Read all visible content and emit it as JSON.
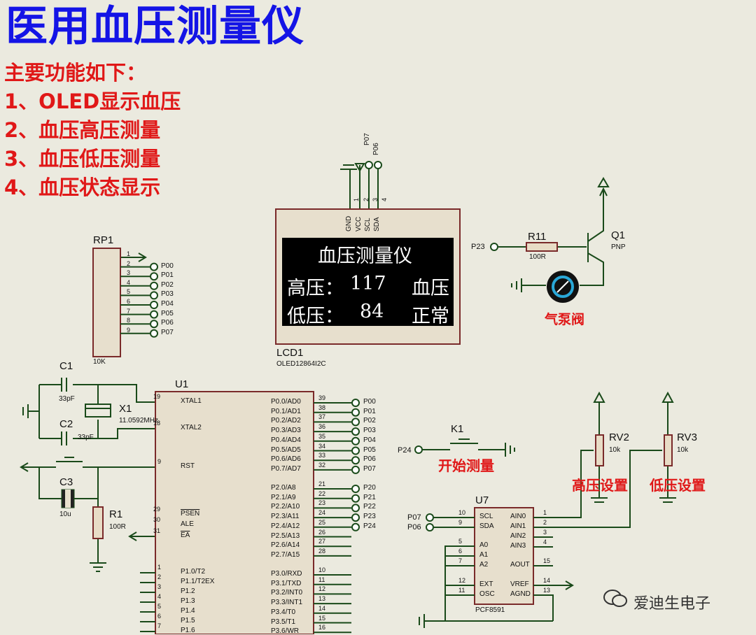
{
  "title": "医用血压测量仪",
  "features": {
    "heading": "主要功能如下：",
    "items": [
      "1、OLED显示血压",
      "2、血压高压测量",
      "3、血压低压测量",
      "4、血压状态显示"
    ]
  },
  "lcd": {
    "ref": "LCD1",
    "part": "OLED12864I2C",
    "pins": [
      "GND",
      "VCC",
      "SCL",
      "SDA"
    ],
    "pin_nums": [
      "1",
      "2",
      "3",
      "4"
    ],
    "net_top": [
      "P07",
      "P06"
    ],
    "screen_title": "血压测量仪",
    "high_label": "高压：",
    "high_value": "117",
    "low_label": "低压：",
    "low_value": "84",
    "status_line1": "血压",
    "status_line2": "正常"
  },
  "rp1": {
    "ref": "RP1",
    "value": "10K",
    "pin_nums": [
      "1",
      "2",
      "3",
      "4",
      "5",
      "6",
      "7",
      "8",
      "9"
    ],
    "nets": [
      "P00",
      "P01",
      "P02",
      "P03",
      "P04",
      "P05",
      "P06",
      "P07"
    ]
  },
  "pump": {
    "net": "P23",
    "r_ref": "R11",
    "r_val": "100R",
    "q_ref": "Q1",
    "q_type": "PNP",
    "label": "气泵阀"
  },
  "crystal": {
    "c1_ref": "C1",
    "c1_val": "33pF",
    "c2_ref": "C2",
    "c2_val": "33pF",
    "x1_ref": "X1",
    "x1_val": "11.0592MHz"
  },
  "reset": {
    "c3_ref": "C3",
    "c3_val": "10u",
    "r1_ref": "R1",
    "r1_val": "100R"
  },
  "mcu": {
    "ref": "U1",
    "left_pins": [
      {
        "num": "19",
        "name": "XTAL1"
      },
      {
        "num": "18",
        "name": "XTAL2"
      },
      {
        "num": "9",
        "name": "RST"
      },
      {
        "num": "29",
        "name": "PSEN"
      },
      {
        "num": "30",
        "name": "ALE"
      },
      {
        "num": "31",
        "name": "EA"
      },
      {
        "num": "1",
        "name": "P1.0/T2"
      },
      {
        "num": "2",
        "name": "P1.1/T2EX"
      },
      {
        "num": "3",
        "name": "P1.2"
      },
      {
        "num": "4",
        "name": "P1.3"
      },
      {
        "num": "5",
        "name": "P1.4"
      },
      {
        "num": "6",
        "name": "P1.5"
      },
      {
        "num": "7",
        "name": "P1.6"
      }
    ],
    "right_p0": [
      {
        "num": "39",
        "name": "P0.0/AD0",
        "net": "P00"
      },
      {
        "num": "38",
        "name": "P0.1/AD1",
        "net": "P01"
      },
      {
        "num": "37",
        "name": "P0.2/AD2",
        "net": "P02"
      },
      {
        "num": "36",
        "name": "P0.3/AD3",
        "net": "P03"
      },
      {
        "num": "35",
        "name": "P0.4/AD4",
        "net": "P04"
      },
      {
        "num": "34",
        "name": "P0.5/AD5",
        "net": "P05"
      },
      {
        "num": "33",
        "name": "P0.6/AD6",
        "net": "P06"
      },
      {
        "num": "32",
        "name": "P0.7/AD7",
        "net": "P07"
      }
    ],
    "right_p2": [
      {
        "num": "21",
        "name": "P2.0/A8",
        "net": "P20"
      },
      {
        "num": "22",
        "name": "P2.1/A9",
        "net": "P21"
      },
      {
        "num": "23",
        "name": "P2.2/A10",
        "net": "P22"
      },
      {
        "num": "24",
        "name": "P2.3/A11",
        "net": "P23"
      },
      {
        "num": "25",
        "name": "P2.4/A12",
        "net": "P24"
      },
      {
        "num": "26",
        "name": "P2.5/A13",
        "net": ""
      },
      {
        "num": "27",
        "name": "P2.6/A14",
        "net": ""
      },
      {
        "num": "28",
        "name": "P2.7/A15",
        "net": ""
      }
    ],
    "right_p3": [
      {
        "num": "10",
        "name": "P3.0/RXD"
      },
      {
        "num": "11",
        "name": "P3.1/TXD"
      },
      {
        "num": "12",
        "name": "P3.2/INT0"
      },
      {
        "num": "13",
        "name": "P3.3/INT1"
      },
      {
        "num": "14",
        "name": "P3.4/T0"
      },
      {
        "num": "15",
        "name": "P3.5/T1"
      },
      {
        "num": "16",
        "name": "P3.6/WR"
      }
    ]
  },
  "k1": {
    "ref": "K1",
    "net": "P24",
    "label": "开始测量"
  },
  "rv2": {
    "ref": "RV2",
    "val": "10k",
    "label": "高压设置"
  },
  "rv3": {
    "ref": "RV3",
    "val": "10k",
    "label": "低压设置"
  },
  "u7": {
    "ref": "U7",
    "part": "PCF8591",
    "nets_in": [
      "P07",
      "P06"
    ],
    "left_pins": [
      {
        "num": "10",
        "name": "SCL"
      },
      {
        "num": "9",
        "name": "SDA"
      },
      {
        "num": "5",
        "name": "A0"
      },
      {
        "num": "6",
        "name": "A1"
      },
      {
        "num": "7",
        "name": "A2"
      },
      {
        "num": "12",
        "name": "EXT"
      },
      {
        "num": "11",
        "name": "OSC"
      }
    ],
    "right_pins": [
      {
        "num": "1",
        "name": "AIN0"
      },
      {
        "num": "2",
        "name": "AIN1"
      },
      {
        "num": "3",
        "name": "AIN2"
      },
      {
        "num": "4",
        "name": "AIN3"
      },
      {
        "num": "15",
        "name": "AOUT"
      },
      {
        "num": "14",
        "name": "VREF"
      },
      {
        "num": "13",
        "name": "AGND"
      }
    ]
  },
  "watermark": "爱迪生电子"
}
